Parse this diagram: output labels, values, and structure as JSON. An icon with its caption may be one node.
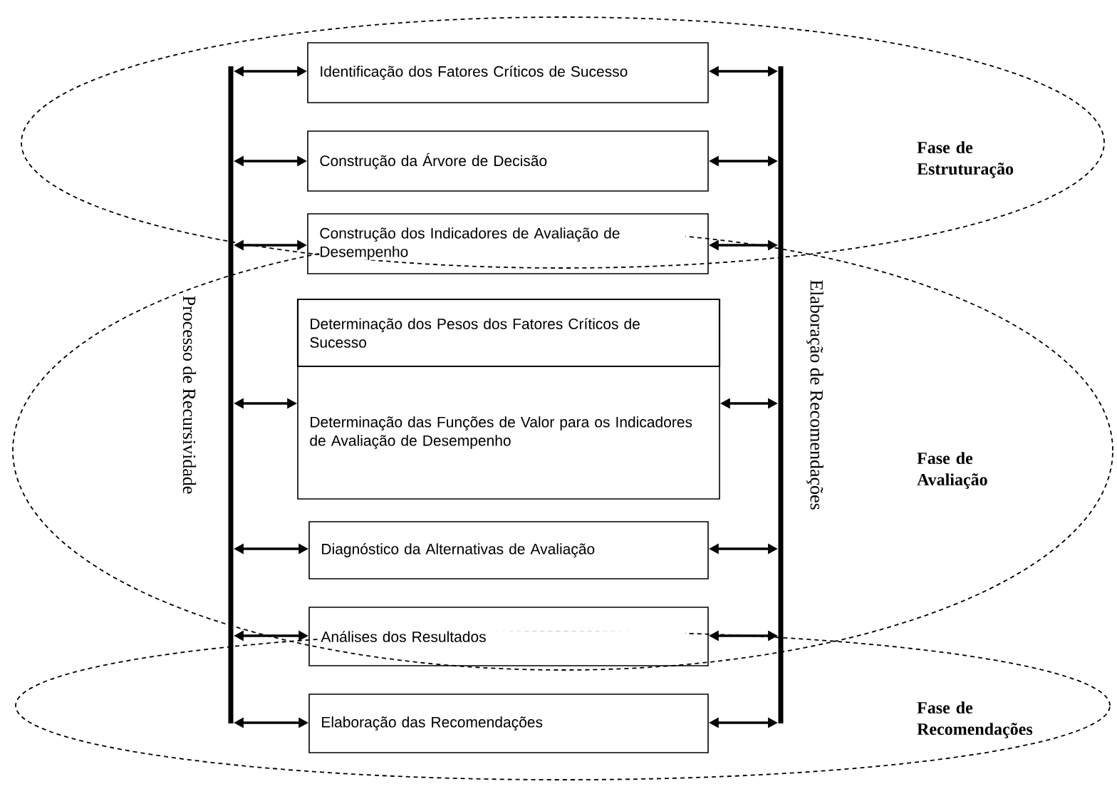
{
  "diagram": {
    "nodes": [
      {
        "text": [
          "Fase de Estruturação"
        ]
      },
      {
        "text": [
          "Fase de Avaliação"
        ]
      },
      {
        "text": [
          "Fase de Recomendações"
        ]
      },
      {
        "text": [
          "Processo de Recursividade"
        ]
      },
      {
        "text": [
          "Elaboração de Recomendações"
        ]
      },
      {
        "text": [
          "Identificação dos Fatores Críticos de Sucesso"
        ],
        "in": 0
      },
      {
        "text": [
          "Construção da Árvore de Decisão"
        ],
        "in": 0
      },
      {
        "text": [
          "Construção dos Indicadores de Avaliação de Desempenho"
        ],
        "in": 0
      },
      {
        "text": [
          "Determinação dos Pesos dos Fatores Críticos de Sucesso"
        ],
        "in": 1
      },
      {
        "text": [
          "Determinação das Funções de Valor para os Indicadores de Avaliação de Desempenho"
        ],
        "in": 1
      },
      {
        "text": [
          "Diagnóstico da Alternativas de Avaliação"
        ],
        "in": 1
      },
      {
        "text": [
          "Análises dos Resultados"
        ],
        "in": 1
      },
      {
        "text": [
          "Elaboração das Recomendações"
        ],
        "in": 2
      }
    ],
    "edges": [
      {
        "from": 3,
        "to": 5,
        "arrow": "both"
      },
      {
        "from": 5,
        "to": 4,
        "arrow": "both"
      },
      {
        "from": 3,
        "to": 6,
        "arrow": "both"
      },
      {
        "from": 6,
        "to": 4,
        "arrow": "both"
      },
      {
        "from": 3,
        "to": 7,
        "arrow": "both"
      },
      {
        "from": 7,
        "to": 4,
        "arrow": "both"
      },
      {
        "from": 3,
        "to": 9,
        "arrow": "both"
      },
      {
        "from": 9,
        "to": 4,
        "arrow": "both"
      },
      {
        "from": 3,
        "to": 10,
        "arrow": "both"
      },
      {
        "from": 10,
        "to": 4,
        "arrow": "both"
      },
      {
        "from": 3,
        "to": 11,
        "arrow": "both"
      },
      {
        "from": 11,
        "to": 4,
        "arrow": "both"
      },
      {
        "from": 3,
        "to": 12,
        "arrow": "both"
      },
      {
        "from": 12,
        "to": 4,
        "arrow": "both"
      }
    ]
  }
}
